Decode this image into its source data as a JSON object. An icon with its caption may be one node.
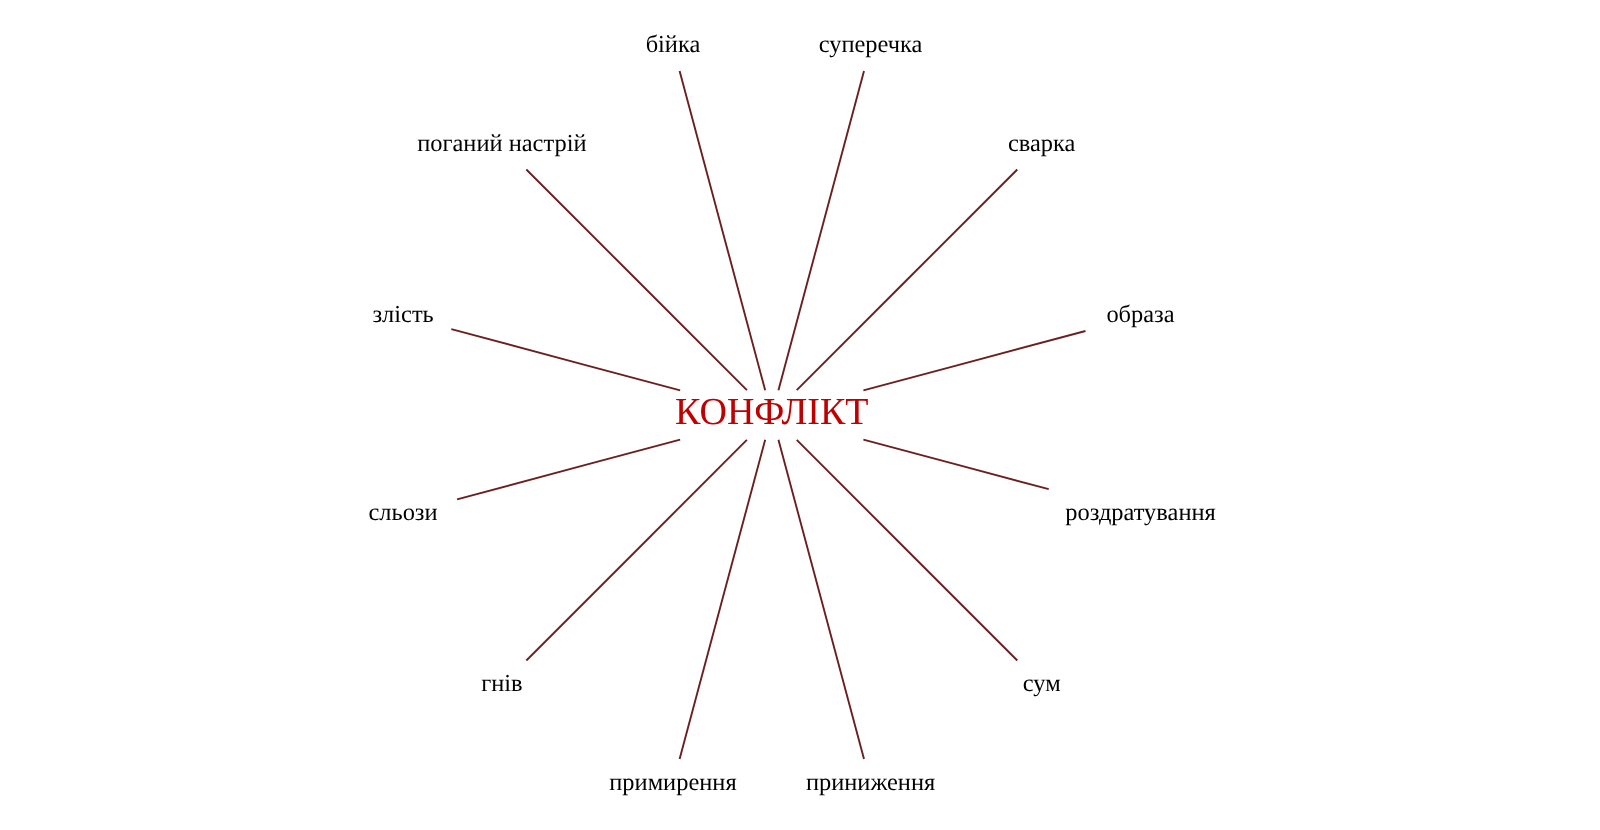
{
  "diagram": {
    "nodes": [
      {
        "text": [
          "КОНФЛІКТ"
        ]
      },
      {
        "text": [
          "образа"
        ]
      },
      {
        "text": [
          "сварка"
        ]
      },
      {
        "text": [
          "суперечка"
        ]
      },
      {
        "text": [
          "бійка"
        ]
      },
      {
        "text": [
          "поганий настрій"
        ]
      },
      {
        "text": [
          "злість"
        ]
      },
      {
        "text": [
          "сльози"
        ]
      },
      {
        "text": [
          "гнів"
        ]
      },
      {
        "text": [
          "примирення"
        ]
      },
      {
        "text": [
          "приниження"
        ]
      },
      {
        "text": [
          "сум"
        ]
      },
      {
        "text": [
          "роздратування"
        ]
      }
    ],
    "edges": [
      {
        "from": 0,
        "to": 1,
        "arrow": "none"
      },
      {
        "from": 0,
        "to": 3,
        "arrow": "none"
      },
      {
        "from": 0,
        "to": 5,
        "arrow": "none"
      },
      {
        "from": 0,
        "to": 7,
        "arrow": "none"
      },
      {
        "from": 0,
        "to": 9,
        "arrow": "none"
      },
      {
        "from": 0,
        "to": 11,
        "arrow": "none"
      },
      {
        "from": 0,
        "to": 12,
        "arrow": "none"
      },
      {
        "from": 0,
        "to": 10,
        "arrow": "none"
      },
      {
        "from": 0,
        "to": 8,
        "arrow": "none"
      },
      {
        "from": 0,
        "to": 6,
        "arrow": "none"
      },
      {
        "from": 0,
        "to": 4,
        "arrow": "none"
      },
      {
        "from": 0,
        "to": 2,
        "arrow": "none"
      }
    ]
  }
}
